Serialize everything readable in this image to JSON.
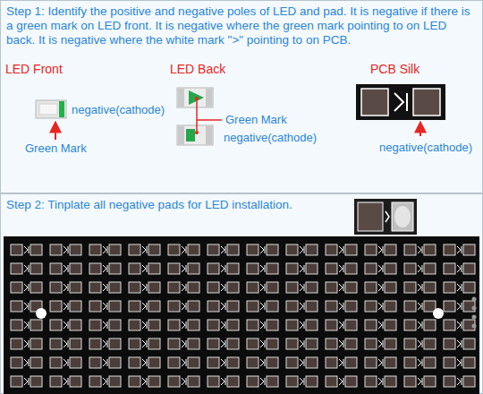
{
  "diagram": {
    "nodes": [
      {
        "text": [
          "Step 1: Identify the positive and negative poles of LED and pad. It is negative if there is a green mark on LED front. It is negative where the green mark pointing to on LED back. It is negative where the white mark \">\" pointing to on PCB."
        ]
      },
      {
        "text": [
          "Step 2: Tinplate all negative pads for LED installation."
        ]
      }
    ],
    "labels": [
      "LED Front",
      "negative(cathode)",
      "Green Mark",
      "LED Back",
      "Green Mark",
      "negative(cathode)",
      "PCB Silk",
      "negative(cathode)"
    ]
  }
}
